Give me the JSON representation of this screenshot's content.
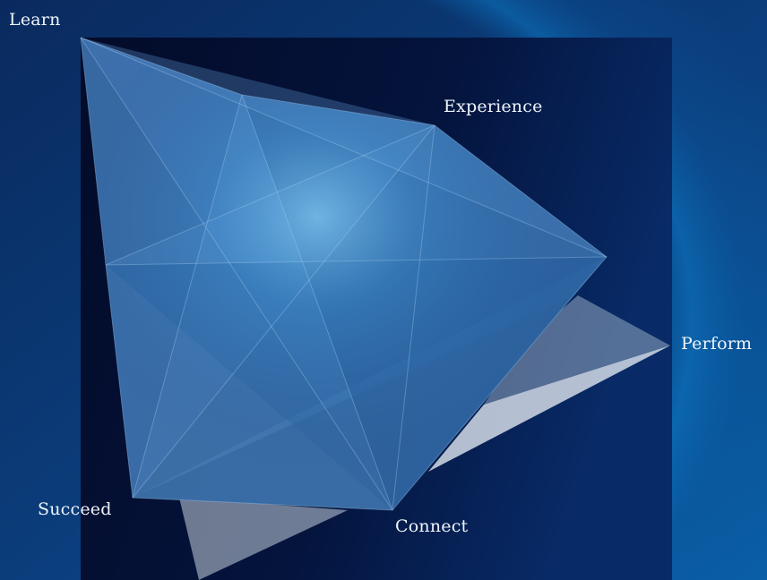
{
  "diagram": {
    "nodes": [
      {
        "id": "learn",
        "label": "Learn"
      },
      {
        "id": "experience",
        "label": "Experience"
      },
      {
        "id": "perform",
        "label": "Perform"
      },
      {
        "id": "connect",
        "label": "Connect"
      },
      {
        "id": "succeed",
        "label": "Succeed"
      }
    ]
  },
  "colors": {
    "background_outer": "#0b2f63",
    "background_panel": "#04123a",
    "facet_blue": "#3f77b3",
    "facet_highlight": "#8ccbf2",
    "shadow_facet": "#c9d3df"
  }
}
